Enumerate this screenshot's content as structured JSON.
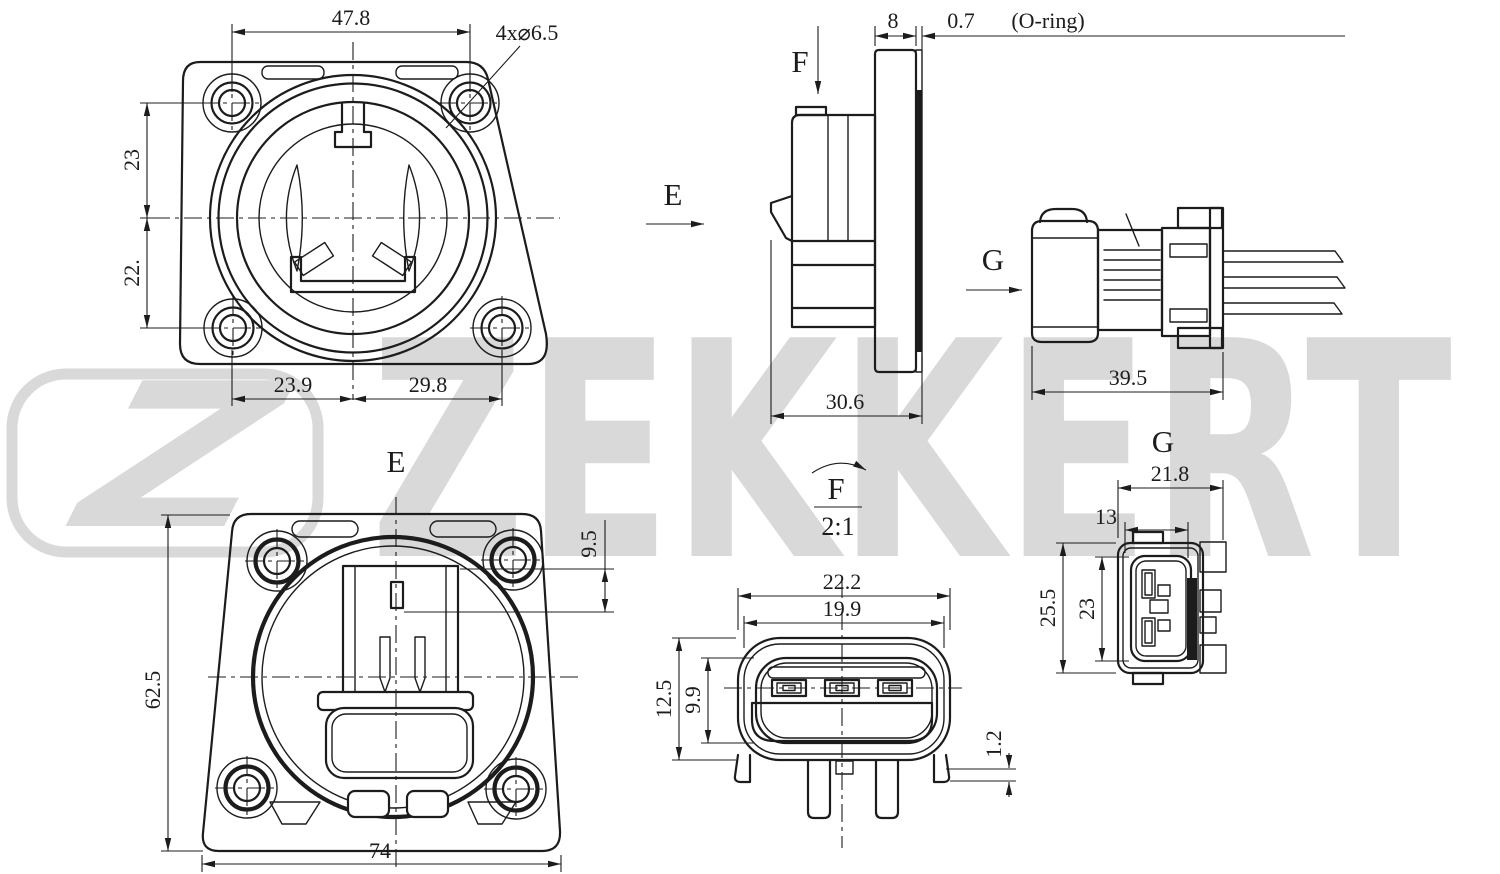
{
  "watermark": {
    "symbol": "Z",
    "brand": "ZEKKERT",
    "color": "#d9d9d9"
  },
  "labels": {
    "dir_e": "E",
    "dir_f": "F",
    "dir_g": "G",
    "view_e": "E",
    "view_f": "F",
    "view_f_scale": "2:1",
    "view_g": "G"
  },
  "front": {
    "width": "47.8",
    "holes": "4x⌀6.5",
    "left_upper": "23",
    "left_lower": "22.",
    "bottom_left": "23.9",
    "bottom_right": "29.8"
  },
  "side": {
    "flange": "8",
    "oring_thickness": "0.7",
    "oring_note": "(O-ring)",
    "depth": "30.6"
  },
  "plug": {
    "length": "39.5"
  },
  "back": {
    "height": "62.5",
    "key_offset": "9.5",
    "width": "74"
  },
  "detail_f": {
    "outer_width": "22.2",
    "inner_width": "19.9",
    "outer_height": "12.5",
    "inner_height": "9.9",
    "lip": "1.2"
  },
  "detail_g": {
    "outer_width": "21.8",
    "inner_width": "13",
    "outer_height": "25.5",
    "inner_height": "23"
  }
}
